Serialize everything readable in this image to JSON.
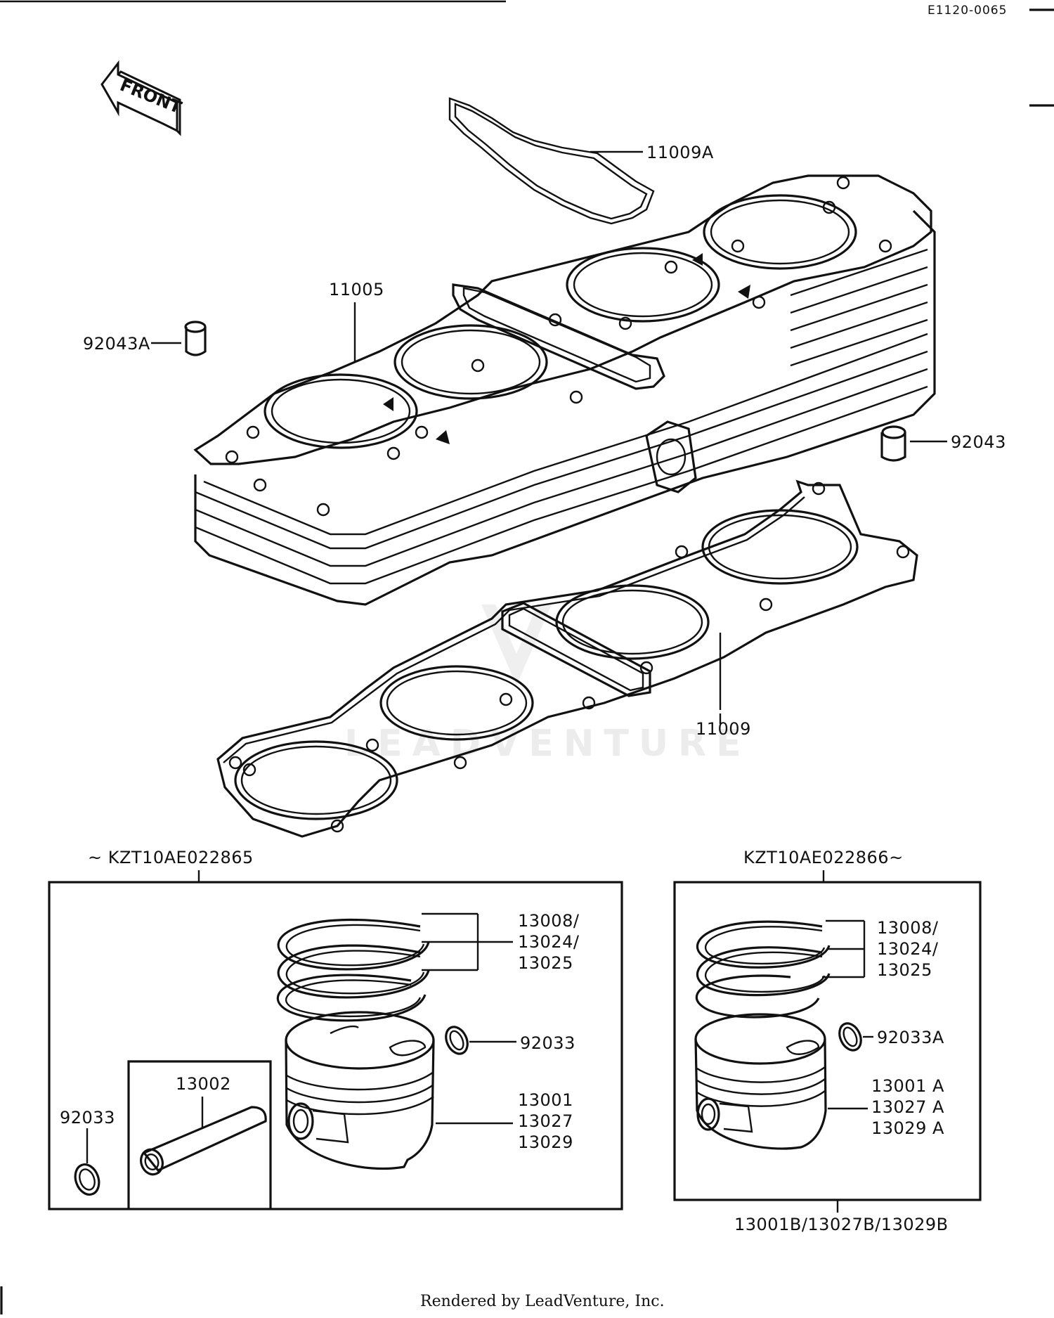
{
  "diagram": {
    "code": "E1120-0065",
    "front_label": "FRONT",
    "watermark": "LEADVENTURE",
    "footer": "Rendered by LeadVenture, Inc.",
    "parts": {
      "p11009a": "11009A",
      "p11005": "11005",
      "p92043a": "92043A",
      "p92043": "92043",
      "p11009": "11009"
    },
    "left_group": {
      "serial": "~ KZT10AE022865",
      "rings": [
        "13008/",
        "13024/",
        "13025"
      ],
      "clip": "92033",
      "pin": "13002",
      "clip_left": "92033",
      "piston": [
        "13001",
        "13027",
        "13029"
      ]
    },
    "right_group": {
      "serial": "KZT10AE022866~",
      "rings": [
        "13008/",
        "13024/",
        "13025"
      ],
      "clip": "92033A",
      "piston": [
        "13001  A",
        "13027  A",
        "13029    A"
      ],
      "footer_parts": "13001B/13027B/13029B"
    }
  }
}
